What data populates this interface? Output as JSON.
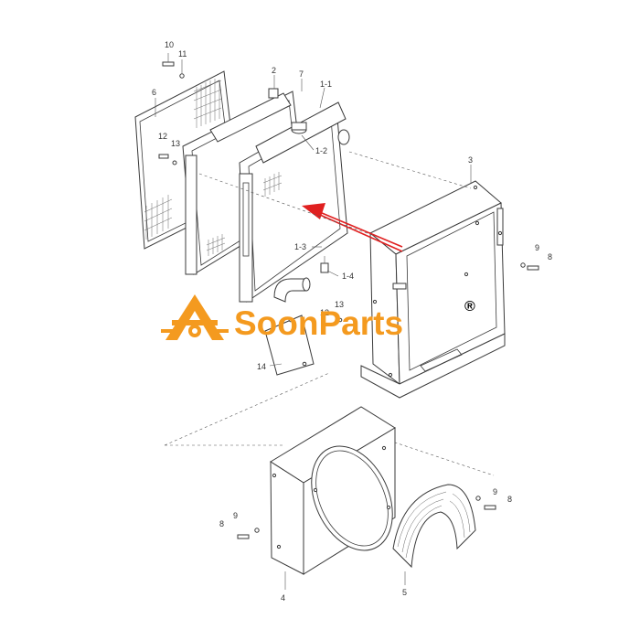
{
  "brand": {
    "name": "SoonParts",
    "registered_mark": "®",
    "color": "#f49a1f"
  },
  "callouts": {
    "c10": "10",
    "c11": "11",
    "c6": "6",
    "c2": "2",
    "c7": "7",
    "c1_1": "1-1",
    "c12a": "12",
    "c13a": "13",
    "c1_2": "1-2",
    "c3": "3",
    "c1_3": "1-3",
    "c1_4": "1-4",
    "c13b": "13",
    "c12b": "12",
    "c9a": "9",
    "c8a": "8",
    "c14": "14",
    "c9b": "9",
    "c8b": "8",
    "c9c": "9",
    "c8c": "8",
    "c4": "4",
    "c5": "5"
  },
  "colors": {
    "arrow": "#e02020",
    "line": "#3a3a3a"
  }
}
